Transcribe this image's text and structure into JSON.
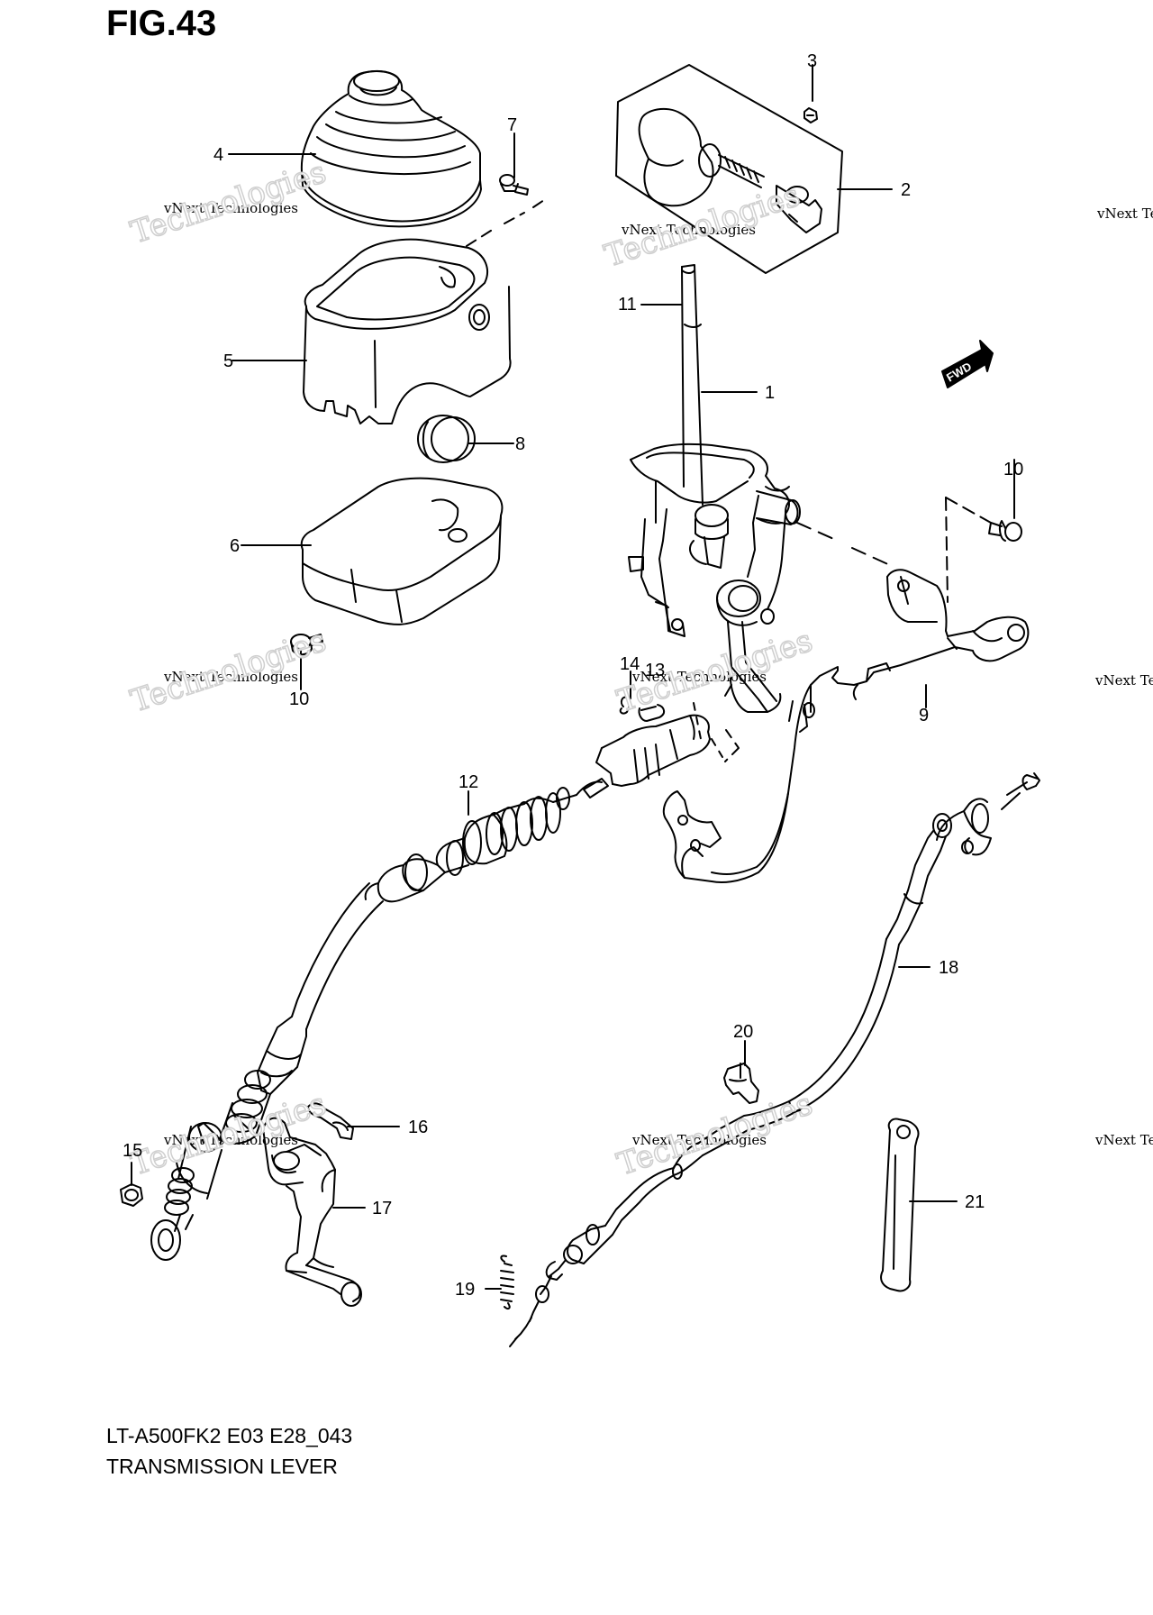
{
  "figure": {
    "title": "FIG.43"
  },
  "footer": {
    "model_code": "LT-A500FK2 E03 E28_043",
    "caption": "TRANSMISSION LEVER"
  },
  "watermark": {
    "line1": "vNext Technologies",
    "line2": "Technologies",
    "line3": "vNext"
  },
  "direction_badge": "FWD",
  "callouts": [
    {
      "id": "c1",
      "label": "1"
    },
    {
      "id": "c2",
      "label": "2"
    },
    {
      "id": "c3",
      "label": "3"
    },
    {
      "id": "c4",
      "label": "4"
    },
    {
      "id": "c5",
      "label": "5"
    },
    {
      "id": "c6",
      "label": "6"
    },
    {
      "id": "c7",
      "label": "7"
    },
    {
      "id": "c8",
      "label": "8"
    },
    {
      "id": "c9",
      "label": "9"
    },
    {
      "id": "c10a",
      "label": "10"
    },
    {
      "id": "c10b",
      "label": "10"
    },
    {
      "id": "c11",
      "label": "11"
    },
    {
      "id": "c12",
      "label": "12"
    },
    {
      "id": "c13",
      "label": "13"
    },
    {
      "id": "c14",
      "label": "14"
    },
    {
      "id": "c15",
      "label": "15"
    },
    {
      "id": "c16",
      "label": "16"
    },
    {
      "id": "c17",
      "label": "17"
    },
    {
      "id": "c18",
      "label": "18"
    },
    {
      "id": "c19",
      "label": "19"
    },
    {
      "id": "c20",
      "label": "20"
    },
    {
      "id": "c21",
      "label": "21"
    }
  ]
}
